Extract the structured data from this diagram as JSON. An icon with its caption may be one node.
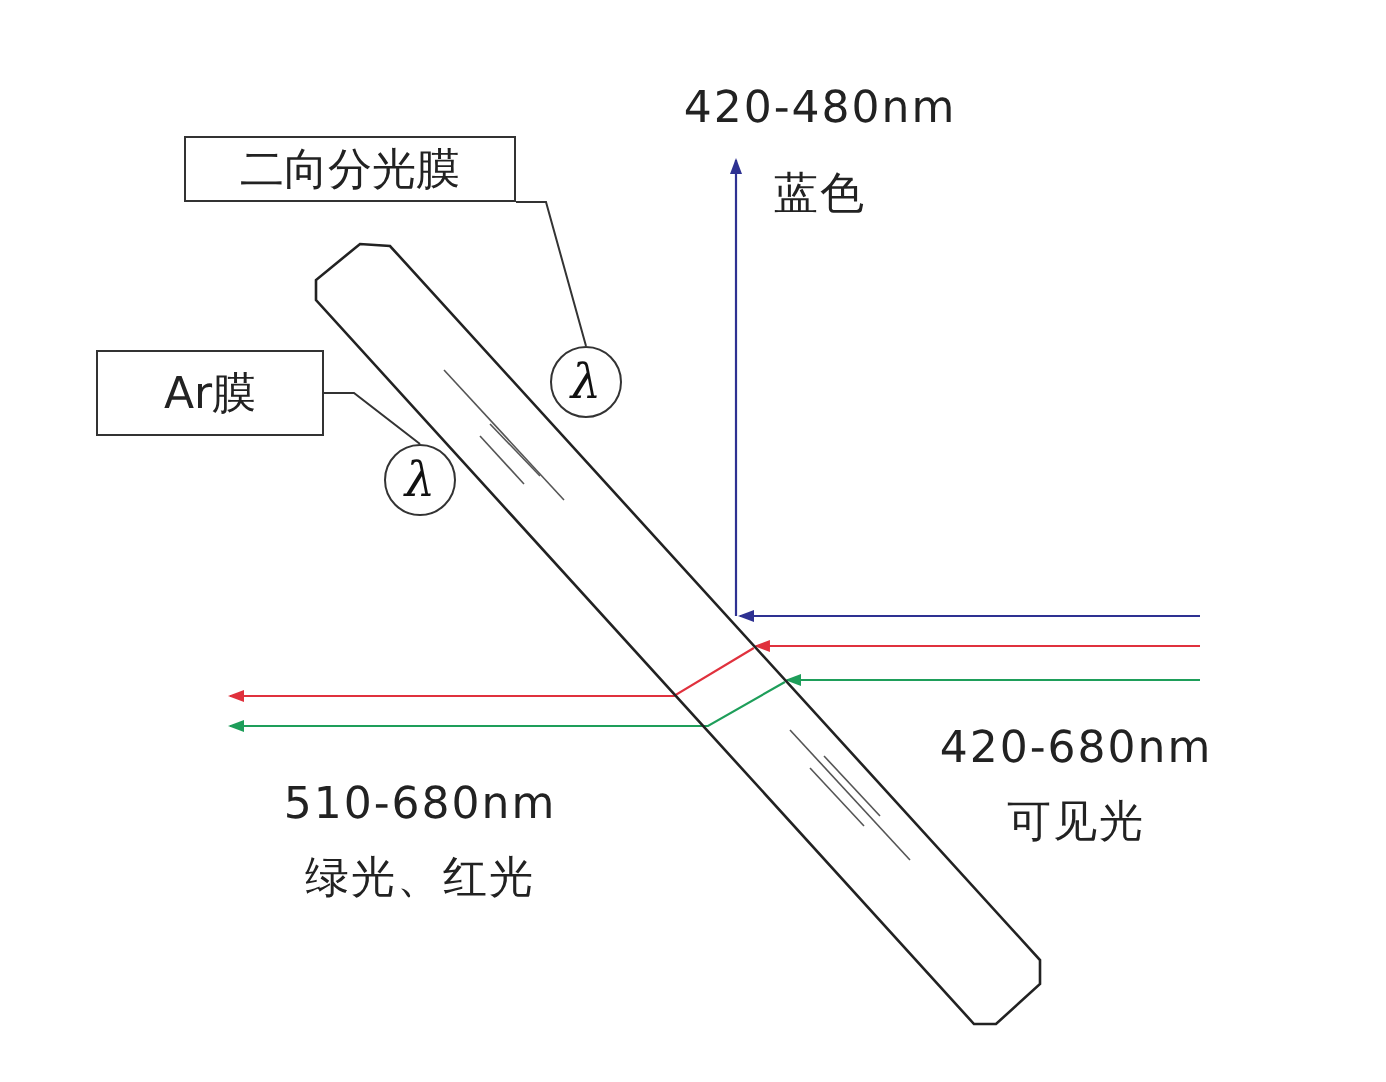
{
  "diagram": {
    "nodes": [
      {
        "text": [
          "二向分光膜"
        ]
      },
      {
        "text": [
          "Ar膜"
        ]
      },
      {
        "text": [
          "λ"
        ]
      },
      {
        "text": [
          "λ"
        ]
      },
      {
        "text": [],
        "shape": "bar"
      }
    ],
    "edges": [
      {
        "from": 0,
        "to": 2,
        "arrow": "none"
      },
      {
        "from": 1,
        "to": 3,
        "arrow": "none"
      },
      {
        "from": null,
        "to": 4,
        "arrow": "to",
        "color": "#2e3192"
      },
      {
        "from": 4,
        "to": null,
        "arrow": "to",
        "color": "#2e3192"
      },
      {
        "from": null,
        "to": 4,
        "arrow": "to",
        "color": "#e0313d"
      },
      {
        "from": 4,
        "to": null,
        "arrow": "to",
        "color": "#e0313d"
      },
      {
        "from": null,
        "to": 4,
        "arrow": "to",
        "color": "#1e9e5a"
      },
      {
        "from": 4,
        "to": null,
        "arrow": "to",
        "color": "#1e9e5a"
      }
    ],
    "labels": [
      "420-480nm",
      "蓝色",
      "420-680nm",
      "可见光",
      "510-680nm",
      "绿光、红光"
    ]
  }
}
